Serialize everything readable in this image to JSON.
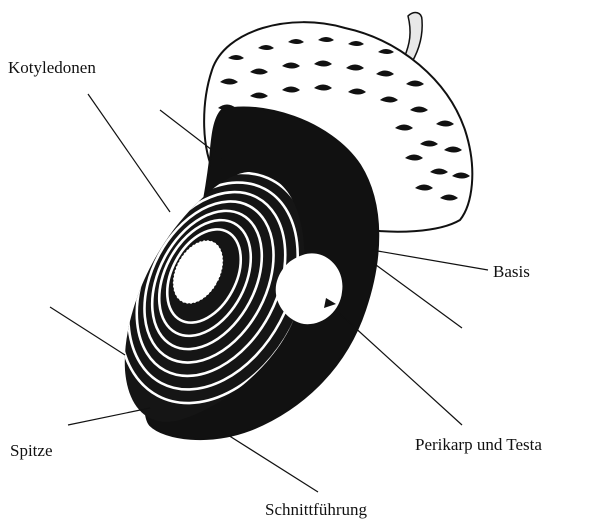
{
  "labels": {
    "kotyledonen": "Kotyledonen",
    "basis": "Basis",
    "spitze": "Spitze",
    "perikarp": "Perikarp und Testa",
    "schnittfuehrung": "Schnittführung"
  },
  "colors": {
    "ink": "#111111",
    "paper": "#ffffff",
    "stem": "#e8e8e8"
  }
}
